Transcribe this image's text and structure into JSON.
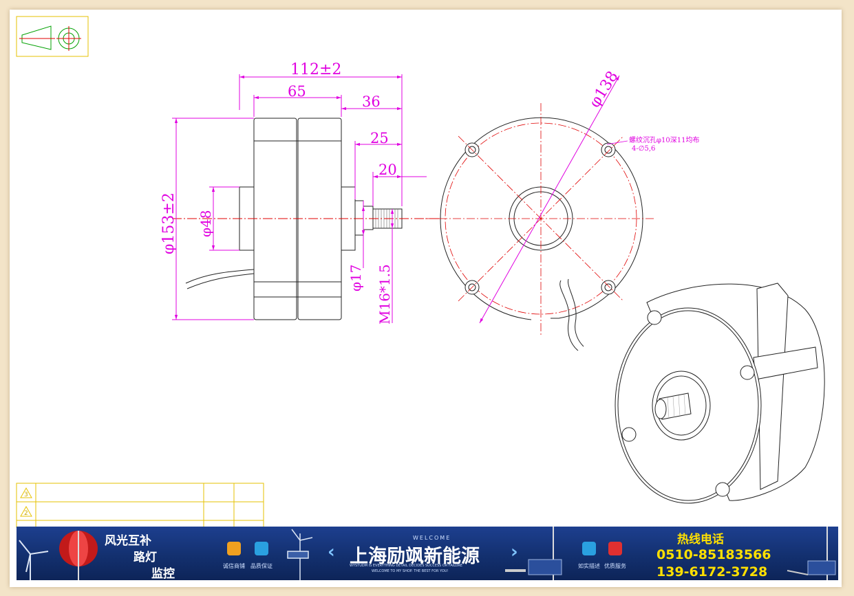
{
  "drawing": {
    "dims": {
      "overall_length": "112±2",
      "body_length": "65",
      "shaft_total": "36",
      "shaft_mid": "25",
      "thread_length": "20",
      "body_diameter": "φ153±2",
      "boss_diameter": "φ48",
      "shaft_diameter": "φ17",
      "thread_spec": "M16*1.5",
      "pcd": "φ138",
      "hole_note_1": "螺纹沉孔φ10深11均布",
      "hole_note_2": "4-∅5,6"
    },
    "title_block_rows": [
      "3",
      "2"
    ]
  },
  "banner": {
    "brand_lines": [
      "风光互补",
      "路灯",
      "监控"
    ],
    "icon_labels": [
      "诚信商铺",
      "品质保证",
      "如实描述",
      "优质服务"
    ],
    "welcome": "WELCOME",
    "company": "上海励飒新能源",
    "tagline_1": "WYSTUDM IS EVERYTHING DETAIL DECIDES SUCCESS OR FAILURE",
    "tagline_2": "WELCOME TO MY SHOP. THE BEST FOR YOU!",
    "hotline_title": "热线电话",
    "phone_1": "0510-85183566",
    "phone_2": "139-6172-3728"
  },
  "colors": {
    "dimension": "#e000e0",
    "centerline": "#e00000",
    "banner_bg": "#13306f",
    "hotline": "#ffe000"
  }
}
